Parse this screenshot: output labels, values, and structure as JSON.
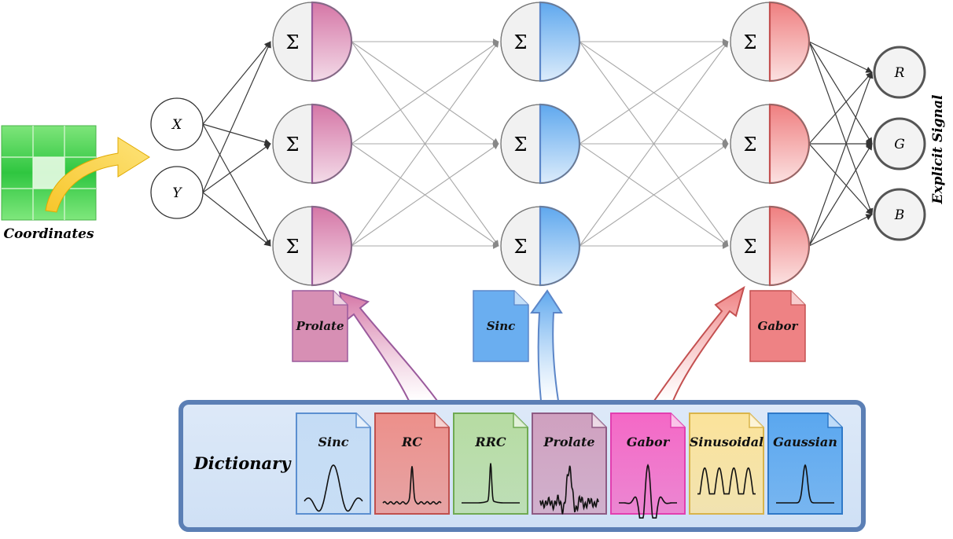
{
  "input": {
    "caption": "Coordinates",
    "nodes": [
      "X",
      "Y"
    ]
  },
  "sigma_symbol": "Σ",
  "layers": [
    {
      "label": "Prolate",
      "color": "#d576a6",
      "light": "#f3dbe8",
      "edge": "#9a5a9c",
      "doc": "#d78fb4"
    },
    {
      "label": "Sinc",
      "color": "#5fa8ee",
      "light": "#dcecfb",
      "edge": "#5c86c8",
      "doc": "#6aaef0"
    },
    {
      "label": "Gabor",
      "color": "#ef7f80",
      "light": "#fbe1e1",
      "edge": "#c45050",
      "doc": "#ee8284"
    }
  ],
  "outputs": {
    "nodes": [
      "R",
      "G",
      "B"
    ],
    "caption": "Explicit Signal"
  },
  "dictionary": {
    "title": "Dictionary",
    "items": [
      {
        "label": "Sinc",
        "color": "#c4dcf5",
        "edge": "#5b8fd0",
        "wave": "sinc"
      },
      {
        "label": "RC",
        "color": "#ec8f8a",
        "edge": "#c0504d",
        "wave": "rc"
      },
      {
        "label": "RRC",
        "color": "#b6dca2",
        "edge": "#6faa52",
        "wave": "rrc"
      },
      {
        "label": "Prolate",
        "color": "#cfa0bf",
        "edge": "#8e5b84",
        "wave": "prolate"
      },
      {
        "label": "Gabor",
        "color": "#f468c6",
        "edge": "#e23fb0",
        "wave": "gabor"
      },
      {
        "label": "Sinusoidal",
        "color": "#fbe39a",
        "edge": "#d9b44a",
        "wave": "sinusoid"
      },
      {
        "label": "Gaussian",
        "color": "#5aa7ef",
        "edge": "#2f79c8",
        "wave": "gaussian"
      }
    ]
  }
}
